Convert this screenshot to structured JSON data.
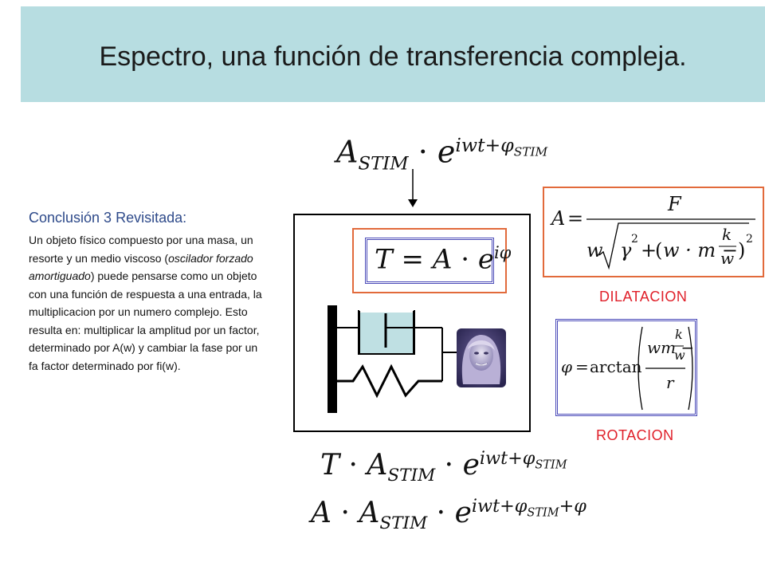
{
  "slide": {
    "title": "Espectro, una función de transferencia compleja."
  },
  "equations": {
    "stim": {
      "amp": "A",
      "amp_sub": "STIM",
      "dot": "·",
      "base": "e",
      "exp_main": "iwt+φ",
      "exp_sub": "STIM"
    },
    "transfer": {
      "lhs": "T",
      "eq": "=",
      "a": "A",
      "dot": "·",
      "base": "e",
      "exp": "iφ"
    },
    "dilation": {
      "lhs": "A",
      "eq": "=",
      "num": "F",
      "w": "w",
      "gamma": "γ",
      "sq": "2",
      "plus": "+",
      "paren_open": "(",
      "wm": "w · m −",
      "k": "k",
      "w2": "w",
      "paren_close": ")",
      "sq2": "2"
    },
    "rotation": {
      "lhs": "φ",
      "eq": "=",
      "fn": "arctan",
      "wm": "wm −",
      "k": "k",
      "w": "w",
      "r": "r"
    },
    "result1": {
      "t": "T",
      "dot": "·",
      "a": "A",
      "a_sub": "STIM",
      "dot2": "·",
      "base": "e",
      "exp_main": "iwt+φ",
      "exp_sub": "STIM"
    },
    "result2": {
      "a1": "A",
      "dot": "·",
      "a": "A",
      "a_sub": "STIM",
      "dot2": "·",
      "base": "e",
      "exp_main": "iwt+φ",
      "exp_sub": "STIM",
      "exp_tail": "+φ"
    }
  },
  "labels": {
    "dilatacion": "DILATACION",
    "rotacion": "ROTACION"
  },
  "conclusion": {
    "heading": "Conclusión 3 Revisitada:",
    "text_part1": "Un objeto físico compuesto por una masa, un resorte y un medio viscoso (",
    "text_italic": "oscilador forzado amortiguado",
    "text_part2": ") puede pensarse como un objeto con una función de respuesta a una entrada, la multiplicacion por un numero complejo. Esto resulta en: multiplicar la amplitud por un factor, determinado por A(w) y cambiar la fase por un fa factor determinado por fi(w)."
  },
  "colors": {
    "header_bg": "#b7dde1",
    "damper_fill": "#bfe0e3",
    "frame_red": "#e26a3b",
    "frame_blue": "#4a4ab8",
    "label_red": "#e0202a",
    "heading_blue": "#2e4a8a"
  },
  "icons": {
    "arrow": "down-arrow-icon",
    "face": "face-photo-icon"
  }
}
